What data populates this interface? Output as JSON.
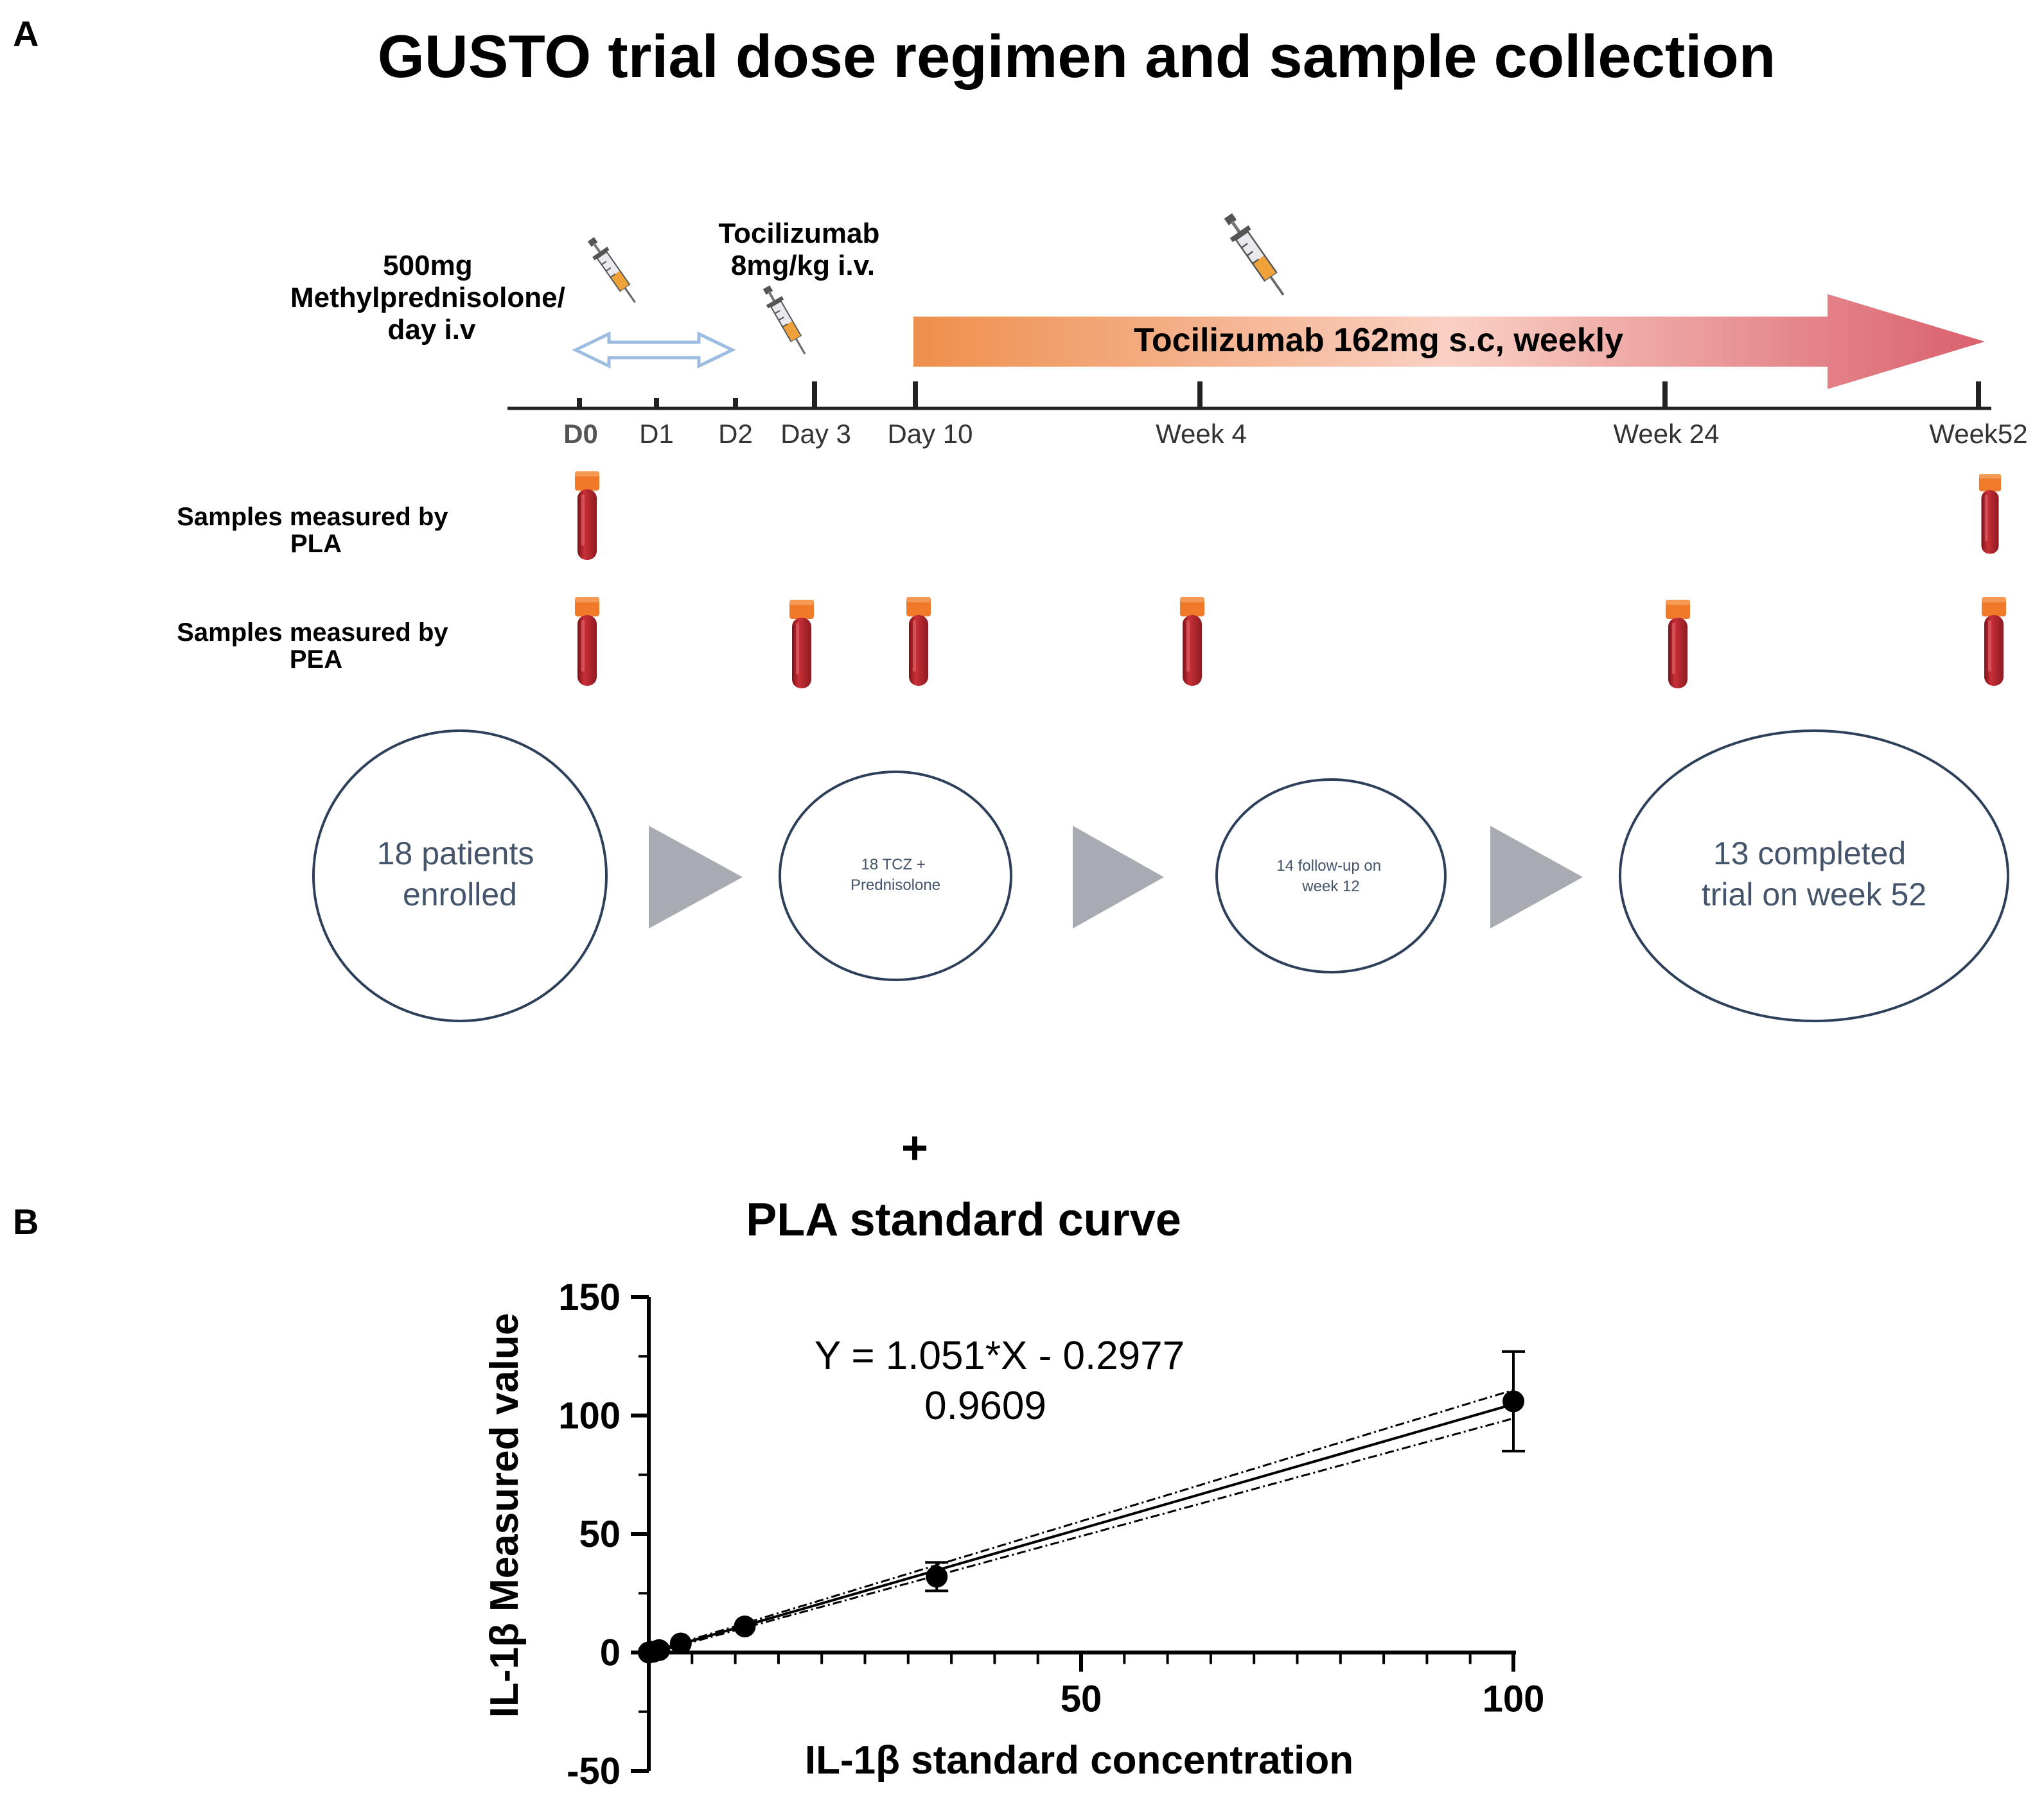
{
  "panel_a": {
    "letter": "A",
    "title": "GUSTO trial dose regimen and sample collection",
    "methylpred_lines": [
      "500mg",
      "Methylprednisolone/",
      "day i.v"
    ],
    "tcz_iv_lines": [
      "Tocilizumab",
      "8mg/kg i.v."
    ],
    "tcz_sc_label": "Tocilizumab 162mg s.c, weekly",
    "timepoints": [
      "D0",
      "D1",
      "D2",
      "Day 3",
      "Day 10",
      "Week 4",
      "Week 24",
      "Week52"
    ],
    "pla_label_lines": [
      "Samples measured by",
      "PLA"
    ],
    "pea_label_lines": [
      "Samples measured by",
      "PEA"
    ],
    "flow": [
      {
        "lines": [
          "18 patients",
          "enrolled"
        ]
      },
      {
        "lines": [
          "18 TCZ +",
          "Prednisolone"
        ]
      },
      {
        "lines": [
          "14 follow-up on",
          "week 12"
        ]
      },
      {
        "lines": [
          "13 completed",
          "trial on week 52"
        ]
      }
    ],
    "plus_sign": "+",
    "colors": {
      "arrow_start": "#ee8f4c",
      "arrow_mid": "#fad0c4",
      "arrow_end": "#d9606d",
      "tube_blood": "#b5262e",
      "tube_cap": "#f07a2a",
      "circle_stroke": "#2e4059",
      "circle_text": "#44546a",
      "triangle": "#a9abb3",
      "double_arrow": "#9dbde0"
    }
  },
  "panel_b": {
    "letter": "B",
    "chart_data": {
      "type": "scatter",
      "title": "PLA standard curve",
      "xlabel": "IL-1β standard concentration",
      "ylabel": "IL-1β Measured value",
      "xlim": [
        0,
        100
      ],
      "ylim": [
        -50,
        150
      ],
      "x_ticks": [
        50,
        100
      ],
      "y_ticks": [
        -50,
        0,
        50,
        100,
        150
      ],
      "points": [
        {
          "x": 0.0,
          "y": 0.0,
          "err": 0
        },
        {
          "x": 0.5,
          "y": 0.3,
          "err": 0
        },
        {
          "x": 1.2,
          "y": 1.0,
          "err": 0
        },
        {
          "x": 3.7,
          "y": 3.8,
          "err": 0
        },
        {
          "x": 11.1,
          "y": 11.0,
          "err": 0
        },
        {
          "x": 33.3,
          "y": 32,
          "err": 6
        },
        {
          "x": 100,
          "y": 106,
          "err": 21
        }
      ],
      "fit": {
        "slope": 1.051,
        "intercept": -0.2977
      },
      "equation": "Y = 1.051*X - 0.2977",
      "r2": "0.9609"
    }
  }
}
